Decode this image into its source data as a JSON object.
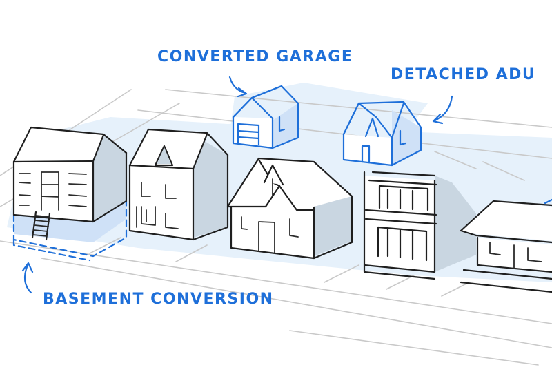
{
  "labels": {
    "converted_garage": "CONVERTED GARAGE",
    "detached_adu": "DETACHED ADU",
    "basement_conversion": "BASEMENT CONVERSION"
  },
  "colors": {
    "accent": "#1e6fd9",
    "ink": "#1f1f1f",
    "shadow": "#c9d6e1",
    "highlight": "#e6f1fb",
    "street": "#c9c9c9"
  }
}
